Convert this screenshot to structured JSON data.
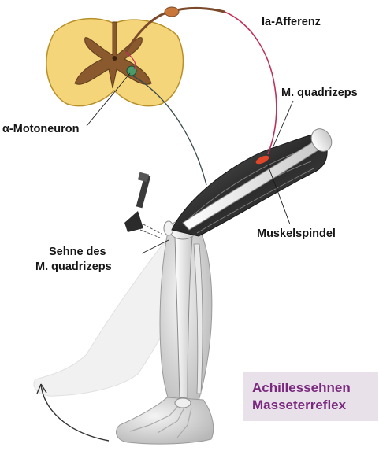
{
  "labels": {
    "ia_afferent": "Ia-Afferenz",
    "m_quadriceps": "M. quadrizeps",
    "alpha_motoneuron": "α-Motoneuron",
    "muscle_spindle": "Muskelspindel",
    "tendon_line1": "Sehne des",
    "tendon_line2": "M. quadrizeps"
  },
  "reflexes": {
    "line1": "Achillessehnen",
    "line2": "Masseterreflex"
  },
  "colors": {
    "spinal_white_matter": "#f5d57a",
    "spinal_gray_matter": "#8a5a2e",
    "afferent_nerve": "#c0305a",
    "efferent_nerve": "#3a4a4a",
    "muscle": "#3a3a3a",
    "leg": "#d8d8d8",
    "reflex_box_bg": "#e9e1ea",
    "reflex_text": "#7a2a7e"
  }
}
